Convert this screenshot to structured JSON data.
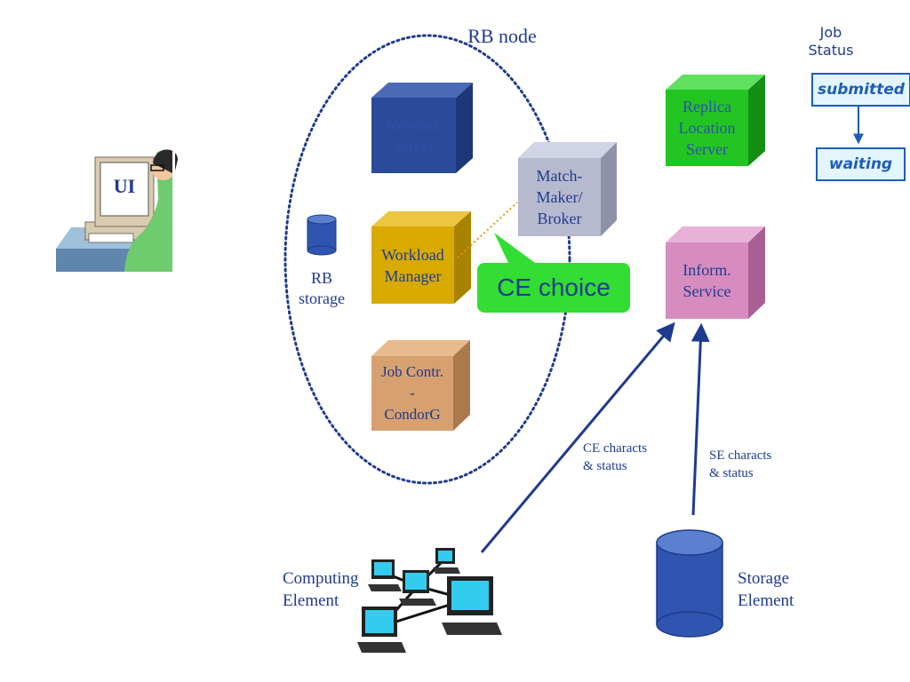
{
  "rb_node": {
    "title": "RB node"
  },
  "ui_station": {
    "screen_label": "UI"
  },
  "rb_storage": {
    "label_line1": "RB",
    "label_line2": "storage"
  },
  "components": {
    "network_server": {
      "line1": "Network",
      "line2": "Server",
      "color": "#2a4a9a"
    },
    "workload_manager": {
      "line1": "Workload",
      "line2": "Manager",
      "color": "#d8aa00"
    },
    "job_controller": {
      "line1": "Job Contr.",
      "line2": "-",
      "line3": "CondorG",
      "color": "#d6a070"
    },
    "match_maker": {
      "line1": "Match-",
      "line2": "Maker/",
      "line3": "Broker",
      "color": "#b7b9cf"
    },
    "replica_location": {
      "line1": "Replica",
      "line2": "Location",
      "line3": "Server",
      "color": "#22c522"
    },
    "inform_service": {
      "line1": "Inform.",
      "line2": "Service",
      "color": "#d78cc0"
    }
  },
  "callout": {
    "text": "CE choice",
    "color": "#33dd33"
  },
  "job_status": {
    "title_line1": "Job",
    "title_line2": "Status",
    "states": [
      "submitted",
      "waiting"
    ]
  },
  "links": {
    "ce_to_is": {
      "line1": "CE characts",
      "line2": "& status"
    },
    "se_to_is": {
      "line1": "SE characts",
      "line2": "& status"
    }
  },
  "computing_element": {
    "line1": "Computing",
    "line2": "Element"
  },
  "storage_element": {
    "line1": "Storage",
    "line2": "Element"
  }
}
